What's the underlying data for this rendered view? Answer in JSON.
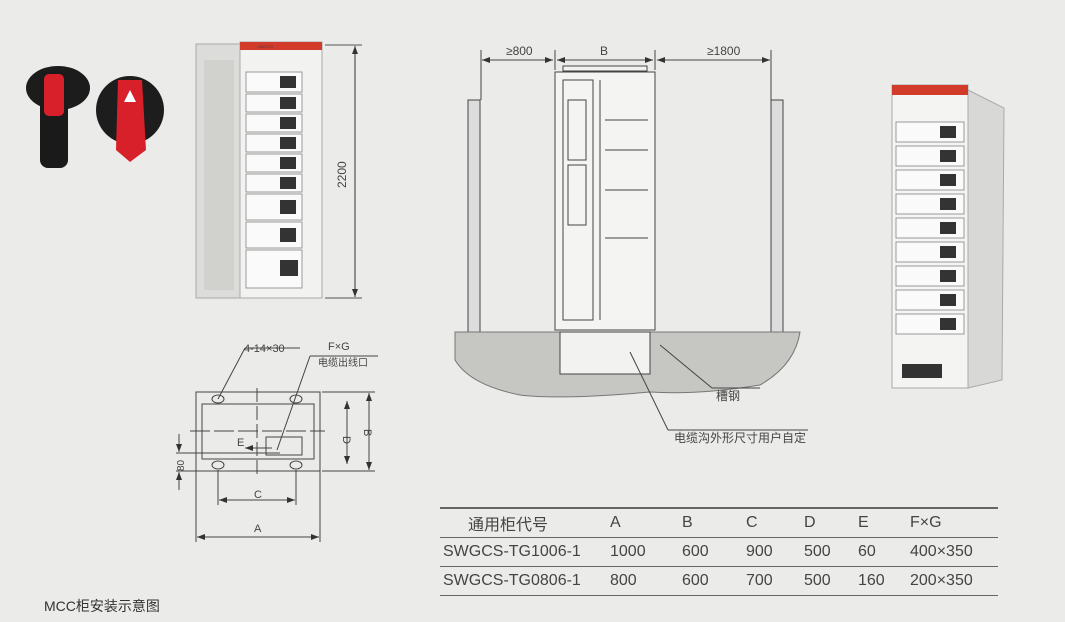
{
  "left_cabinet": {
    "height_label": "2200",
    "brand_label": "SWGCS"
  },
  "elevation": {
    "left_clearance": "≥800",
    "width_label": "B",
    "right_clearance": "≥1800",
    "channel_label": "槽钢",
    "trench_label": "电缆沟外形尺寸用户自定"
  },
  "plan": {
    "holes_label": "4-14×30",
    "opening_size_label": "F×G",
    "opening_label": "电缆出线口",
    "dim_a": "A",
    "dim_b": "B",
    "dim_c": "C",
    "dim_d": "D",
    "dim_e": "E",
    "dim_80": "80"
  },
  "table": {
    "headers": [
      "通用柜代号",
      "A",
      "B",
      "C",
      "D",
      "E",
      "F×G"
    ],
    "rows": [
      [
        "SWGCS-TG1006-1",
        "1000",
        "600",
        "900",
        "500",
        "60",
        "400×350"
      ],
      [
        "SWGCS-TG0806-1",
        "800",
        "600",
        "700",
        "500",
        "160",
        "200×350"
      ]
    ]
  },
  "caption": "MCC柜安装示意图",
  "colors": {
    "background": "#ebebe9",
    "brand_red": "#d23a2a",
    "handle_red": "#d8202a"
  }
}
